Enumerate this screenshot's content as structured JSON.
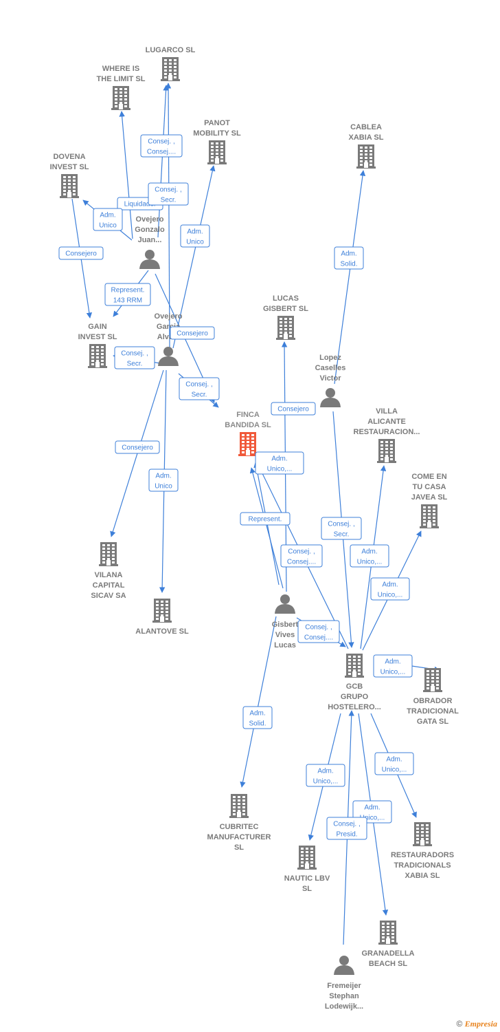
{
  "colors": {
    "edge": "#3d7fd9",
    "company": "#7a7a7a",
    "focus": "#f0593a",
    "person": "#7a7a7a"
  },
  "nodes": [
    {
      "id": "lugarco",
      "kind": "company",
      "label": [
        "LUGARCO SL"
      ]
    },
    {
      "id": "whereis",
      "kind": "company",
      "label": [
        "WHERE IS",
        "THE LIMIT SL"
      ]
    },
    {
      "id": "panot",
      "kind": "company",
      "label": [
        "PANOT",
        "MOBILITY  SL"
      ]
    },
    {
      "id": "dovena",
      "kind": "company",
      "label": [
        "DOVENA",
        "INVEST SL"
      ]
    },
    {
      "id": "cablea",
      "kind": "company",
      "label": [
        "CABLEA",
        "XABIA  SL"
      ]
    },
    {
      "id": "ovejero_g",
      "kind": "person",
      "label": [
        "Ovejero",
        "Gonzalo",
        "Juan..."
      ]
    },
    {
      "id": "ovejero_a",
      "kind": "person",
      "label": [
        "Ovejero",
        "Garcia",
        "Alva..."
      ]
    },
    {
      "id": "gain",
      "kind": "company",
      "label": [
        "GAIN",
        "INVEST  SL"
      ]
    },
    {
      "id": "lucas",
      "kind": "company",
      "label": [
        "LUCAS",
        "GISBERT  SL"
      ]
    },
    {
      "id": "lopez",
      "kind": "person",
      "label": [
        "Lopez",
        "Caselles",
        "Victor"
      ]
    },
    {
      "id": "finca",
      "kind": "focus",
      "label": [
        "FINCA",
        "BANDIDA  SL"
      ]
    },
    {
      "id": "villa",
      "kind": "company",
      "label": [
        "VILLA",
        "ALICANTE",
        "RESTAURACION..."
      ]
    },
    {
      "id": "come",
      "kind": "company",
      "label": [
        "COME EN",
        "TU CASA",
        "JAVEA  SL"
      ]
    },
    {
      "id": "vilana",
      "kind": "company",
      "label": [
        "VILANA",
        "CAPITAL",
        "SICAV SA"
      ]
    },
    {
      "id": "alantove",
      "kind": "company",
      "label": [
        "ALANTOVE  SL"
      ]
    },
    {
      "id": "gisbert",
      "kind": "person",
      "label": [
        "Gisbert",
        "Vives",
        "Lucas"
      ]
    },
    {
      "id": "gcb",
      "kind": "company",
      "label": [
        "GCB",
        "GRUPO",
        "HOSTELERO..."
      ]
    },
    {
      "id": "obrador",
      "kind": "company",
      "label": [
        "OBRADOR",
        "TRADICIONAL",
        "GATA  SL"
      ]
    },
    {
      "id": "cubritec",
      "kind": "company",
      "label": [
        "CUBRITEC",
        "MANUFACTURER",
        "SL"
      ]
    },
    {
      "id": "nautic",
      "kind": "company",
      "label": [
        "NAUTIC LBV",
        "SL"
      ]
    },
    {
      "id": "restauradors",
      "kind": "company",
      "label": [
        "RESTAURADORS",
        "TRADICIONALS",
        "XABIA  SL"
      ]
    },
    {
      "id": "granadella",
      "kind": "company",
      "label": [
        "GRANADELLA",
        "BEACH  SL"
      ]
    },
    {
      "id": "fremeijer",
      "kind": "person",
      "label": [
        "Fremeijer",
        "Stephan",
        "Lodewijk..."
      ]
    }
  ],
  "relations": [
    {
      "from": "ovejero_g",
      "to": "whereis",
      "label": [
        "Liquidador"
      ]
    },
    {
      "from": "ovejero_g",
      "to": "lugarco",
      "label": [
        "Consej. ,",
        "Consej...."
      ]
    },
    {
      "from": "ovejero_a",
      "to": "lugarco",
      "label": [
        "Consej. ,",
        "Secr."
      ]
    },
    {
      "from": "ovejero_a",
      "to": "panot",
      "label": [
        "Adm.",
        "Unico"
      ]
    },
    {
      "from": "ovejero_g",
      "to": "dovena",
      "label": [
        "Adm.",
        "Unico"
      ]
    },
    {
      "from": "dovena",
      "to": "gain",
      "label": [
        "Consejero"
      ]
    },
    {
      "from": "ovejero_g",
      "to": "gain",
      "label": [
        "Represent.",
        "143 RRM"
      ]
    },
    {
      "from": "ovejero_g",
      "to": "finca",
      "label": [
        "Consejero"
      ]
    },
    {
      "from": "ovejero_a",
      "to": "gain",
      "label": [
        "Consej. ,",
        "Secr."
      ]
    },
    {
      "from": "ovejero_a",
      "to": "finca",
      "label": [
        "Consej. ,",
        "Secr."
      ]
    },
    {
      "from": "ovejero_a",
      "to": "vilana",
      "label": [
        "Consejero"
      ]
    },
    {
      "from": "ovejero_a",
      "to": "alantove",
      "label": [
        "Adm.",
        "Unico"
      ]
    },
    {
      "from": "lopez",
      "to": "cablea",
      "label": [
        "Adm.",
        "Solid."
      ]
    },
    {
      "from": "gisbert",
      "to": "lucas",
      "label": [
        "Consejero"
      ]
    },
    {
      "from": "gisbert",
      "to": "finca",
      "label": [
        "Adm.",
        "Unico,..."
      ]
    },
    {
      "from": "gisbert",
      "to": "finca",
      "label": [
        "Represent."
      ]
    },
    {
      "from": "gcb",
      "to": "finca",
      "label": [
        "Consej. ,",
        "Consej...."
      ]
    },
    {
      "from": "lopez",
      "to": "gcb",
      "label": [
        "Consej. ,",
        "Secr."
      ]
    },
    {
      "from": "gcb",
      "to": "villa",
      "label": [
        "Adm.",
        "Unico,..."
      ]
    },
    {
      "from": "gcb",
      "to": "come",
      "label": [
        "Adm.",
        "Unico,..."
      ]
    },
    {
      "from": "gisbert",
      "to": "gcb",
      "label": [
        "Consej. ,",
        "Consej...."
      ]
    },
    {
      "from": "gcb",
      "to": "obrador",
      "label": [
        "Adm.",
        "Unico,..."
      ]
    },
    {
      "from": "gisbert",
      "to": "cubritec",
      "label": [
        "Adm.",
        "Solid."
      ]
    },
    {
      "from": "gcb",
      "to": "nautic",
      "label": [
        "Adm.",
        "Unico,..."
      ]
    },
    {
      "from": "gcb",
      "to": "restauradors",
      "label": [
        "Adm.",
        "Unico,..."
      ]
    },
    {
      "from": "gcb",
      "to": "granadella",
      "label": [
        "Adm.",
        "Unico,..."
      ]
    },
    {
      "from": "fremeijer",
      "to": "gcb",
      "label": [
        "Consej. ,",
        "Presid."
      ]
    }
  ],
  "footer": {
    "symbol": "©",
    "brand": "Empresia"
  }
}
